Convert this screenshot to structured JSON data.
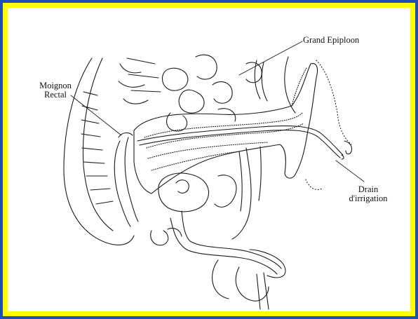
{
  "frame": {
    "outer_color": "#1f4fb0",
    "border_color": "#ffff00",
    "canvas_color": "#ffffff"
  },
  "labels": {
    "grand_epiploon": "Grand Epiploon",
    "moignon_rectal_line1": "Moignon",
    "moignon_rectal_line2": "Rectal",
    "drain_line1": "Drain",
    "drain_line2": "d'irrigation"
  }
}
